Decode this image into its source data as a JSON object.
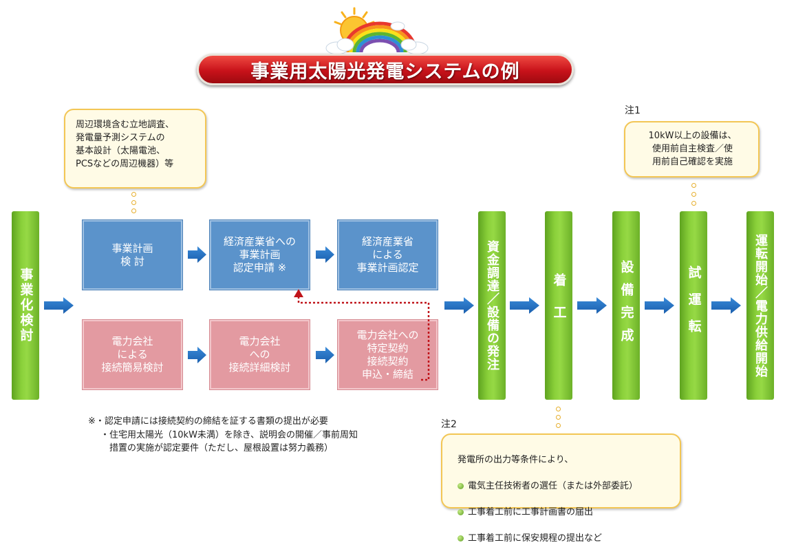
{
  "title": "事業用太陽光発電システムの例",
  "columns": {
    "start": "事業化検討",
    "procurement": "資金調達／設備の発注",
    "construction": "着工",
    "completion": "設備完成",
    "trial": "試運転",
    "operation": "運転開始／電力供給開始"
  },
  "boxes": {
    "plan_review": "事業計画\n検 討",
    "meti_application": "経済産業省への\n事業計画\n認定申請 ※",
    "meti_approval": "経済産業省\nによる\n事業計画認定",
    "simple_review": "電力会社\nによる\n接続簡易検討",
    "detailed_review": "電力会社\nへの\n接続詳細検討",
    "contract": "電力会社への\n特定契約\n接続契約\n申込・締結"
  },
  "notes": {
    "survey": "周辺環境含む立地調査、\n発電量予測システムの\n基本設計（太陽電池、\nPCSなどの周辺機器）等",
    "note1_label": "注1",
    "note1_text": "10kW以上の設備は、\n使用前自主検査／使\n用前自己確認を実施",
    "note2_label": "注2",
    "note2_intro": "発電所の出力等条件により、",
    "note2_items": [
      "電気主任技術者の選任（または外部委託）",
      "工事着工前に工事計画書の届出",
      "工事着工前に保安規程の提出など"
    ]
  },
  "footnote": {
    "line1": "※・認定申請には接続契約の締結を証する書類の提出が必要",
    "line2": "・住宅用太陽光（10kW未満）を除き、説明会の開催／事前周知",
    "line3": "措置の実施が認定要件（ただし、屋根設置は努力義務）"
  }
}
